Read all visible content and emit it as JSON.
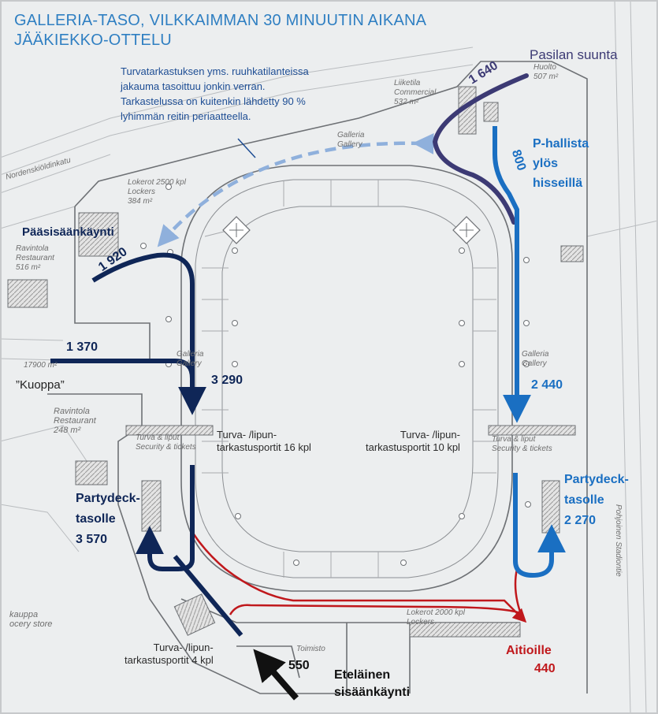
{
  "title": {
    "line1": "GALLERIA-TASO, VILKKAIMMAN 30 MINUUTIN AIKANA",
    "line2": "JÄÄKIEKKO-OTTELU"
  },
  "note": "Turvatarkastuksen  yms. ruuhkatilanteissa\njakauma tasoittuu jonkin verran.\nTarkastelussa on kuitenkin lähdetty 90 %\nlyhimmän reitin periaatteella.",
  "colors": {
    "navy": "#0f2657",
    "blue": "#1a6fc2",
    "light_blue": "#8fb0dc",
    "purple": "#3c3a74",
    "red": "#c0181c",
    "black": "#111111"
  },
  "entrances": {
    "pasila": {
      "label": "Pasilan suunta",
      "count": "1 640"
    },
    "p_hall": {
      "label_lines": [
        "P-hallista",
        "ylös",
        "hisseillä"
      ],
      "count": "800"
    },
    "main": {
      "label": "Pääsisäänkäynti",
      "count": "1 920"
    },
    "kuoppa": {
      "label": "”Kuoppa”",
      "count": "1 370"
    },
    "south": {
      "label_lines": [
        "Eteläinen",
        "sisäänkäynti"
      ],
      "count": "550"
    }
  },
  "flows": {
    "west_total": "3 290",
    "east_total": "2 440"
  },
  "gates": {
    "west": {
      "lines": [
        "Turva- /lipun-",
        "tarkastusportit 16 kpl"
      ]
    },
    "east": {
      "lines": [
        "Turva- /lipun-",
        "tarkastusportit 10 kpl"
      ]
    },
    "south": {
      "lines": [
        "Turva- /lipun-",
        "tarkastusportit 4 kpl"
      ]
    }
  },
  "destinations": {
    "partydeck_west": {
      "lines": [
        "Partydeck-",
        "tasolle"
      ],
      "count": "3 570"
    },
    "partydeck_east": {
      "lines": [
        "Partydeck-",
        "tasolle"
      ],
      "count": "2 270"
    },
    "aitio": {
      "label": "Aitioille",
      "count": "440"
    }
  },
  "floorplan_labels": {
    "galleria_top": [
      "Galleria",
      "Gallery"
    ],
    "galleria_west": [
      "Galleria",
      "Gallery"
    ],
    "galleria_east": [
      "Galleria",
      "Gallery"
    ],
    "liiketila_top": [
      "Liiketila",
      "Commercial",
      "532 m²"
    ],
    "huolto": [
      "Huolto",
      "507 m²"
    ],
    "lockers_top": [
      "Lokerot 2500 kpl",
      "Lockers",
      "384 m²"
    ],
    "ravintola_nw": [
      "Ravintola",
      "Restaurant",
      "516 m²"
    ],
    "ravintola_w": [
      "Ravintola",
      "Restaurant",
      "248 m²"
    ],
    "security_w": [
      "Turva & liput",
      "Security & tickets"
    ],
    "security_e": [
      "Turva & liput",
      "Security & tickets"
    ],
    "lockers_bottom": [
      "Lokerot 2000 kpl",
      "Lockers"
    ],
    "toimisto": "Toimisto",
    "street_north": "Nordenskiöldinkatu",
    "street_east": "Pohjoinen Stadiontie",
    "kauppa": [
      "kauppa",
      "ocery store"
    ],
    "size_17900": "17900 m²"
  }
}
